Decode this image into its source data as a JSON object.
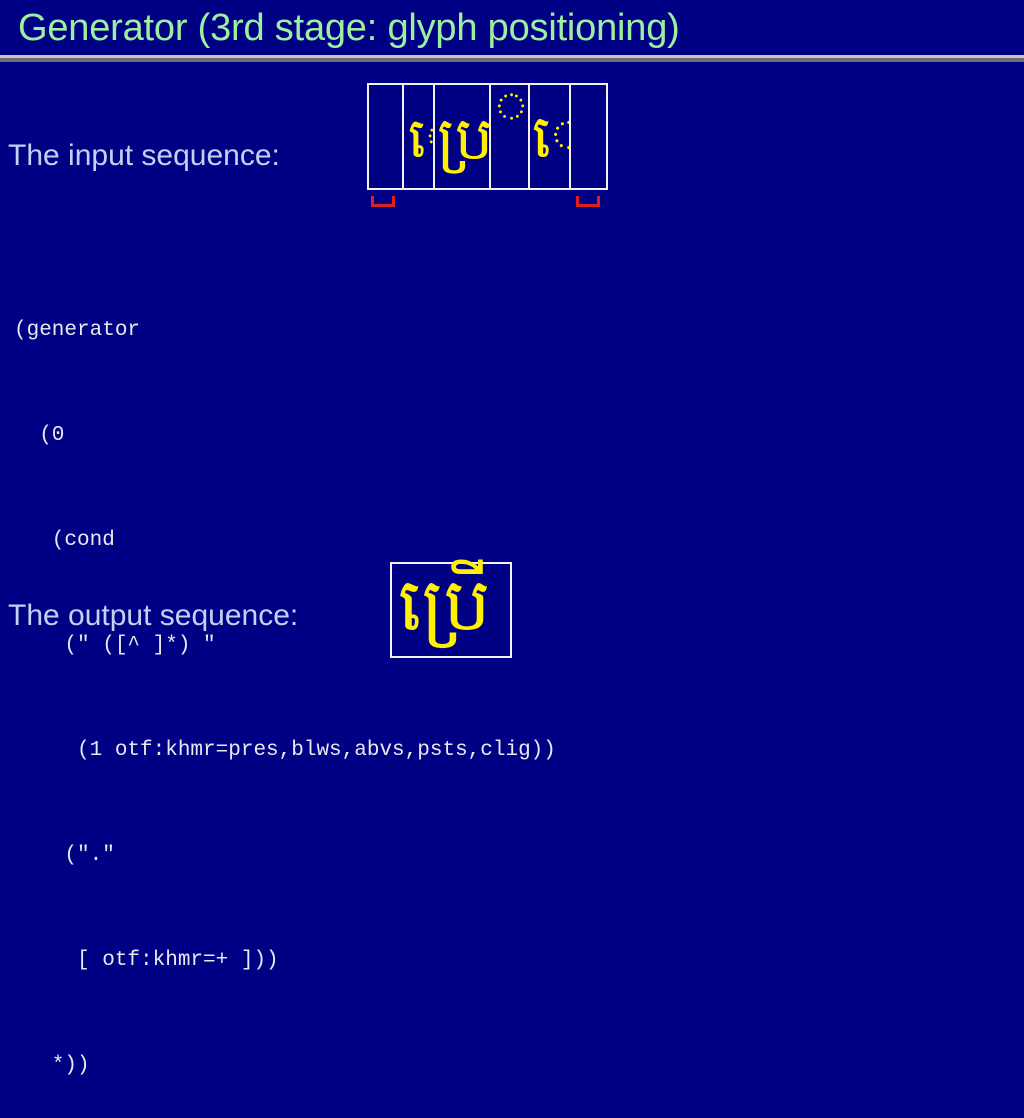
{
  "slide": {
    "title": "Generator (3rd stage: glyph positioning)",
    "title_color": "#9BEFA0",
    "background_color": "#000084",
    "rule_light_color": "#C8C8C8",
    "rule_dark_color": "#6E6E72"
  },
  "labels": {
    "input": "The input sequence:",
    "output": "The output sequence:",
    "color": "#BFD2F2"
  },
  "input_sequence": {
    "box_border_color": "#F2F2F2",
    "glyph_color": "#FFF000",
    "cells": [
      {
        "glyph": "",
        "name": "empty-cell-start"
      },
      {
        "glyph": "េ",
        "name": "khmer-vowel-sign-e"
      },
      {
        "glyph": "ប្រ",
        "name": "khmer-ba-coeng-ro"
      },
      {
        "glyph": "ី",
        "name": "khmer-vowel-sign-ii"
      },
      {
        "glyph": "ៀ",
        "name": "khmer-vowel-sign-ya"
      },
      {
        "glyph": "",
        "name": "empty-cell-end"
      }
    ],
    "brackets": {
      "color": "#E02020",
      "count": 2
    }
  },
  "code": {
    "color": "#E8E8F0",
    "lines": [
      "(generator",
      "  (0",
      "   (cond",
      "    (\" ([^ ]*) \"",
      "     (1 otf:khmr=pres,blws,abvs,psts,clig))",
      "    (\".\"",
      "     [ otf:khmr=+ ]))",
      "   *))"
    ]
  },
  "output_sequence": {
    "box_border_color": "#F2F2F2",
    "glyph_color": "#FFF000",
    "glyph": "ប្រើ"
  }
}
